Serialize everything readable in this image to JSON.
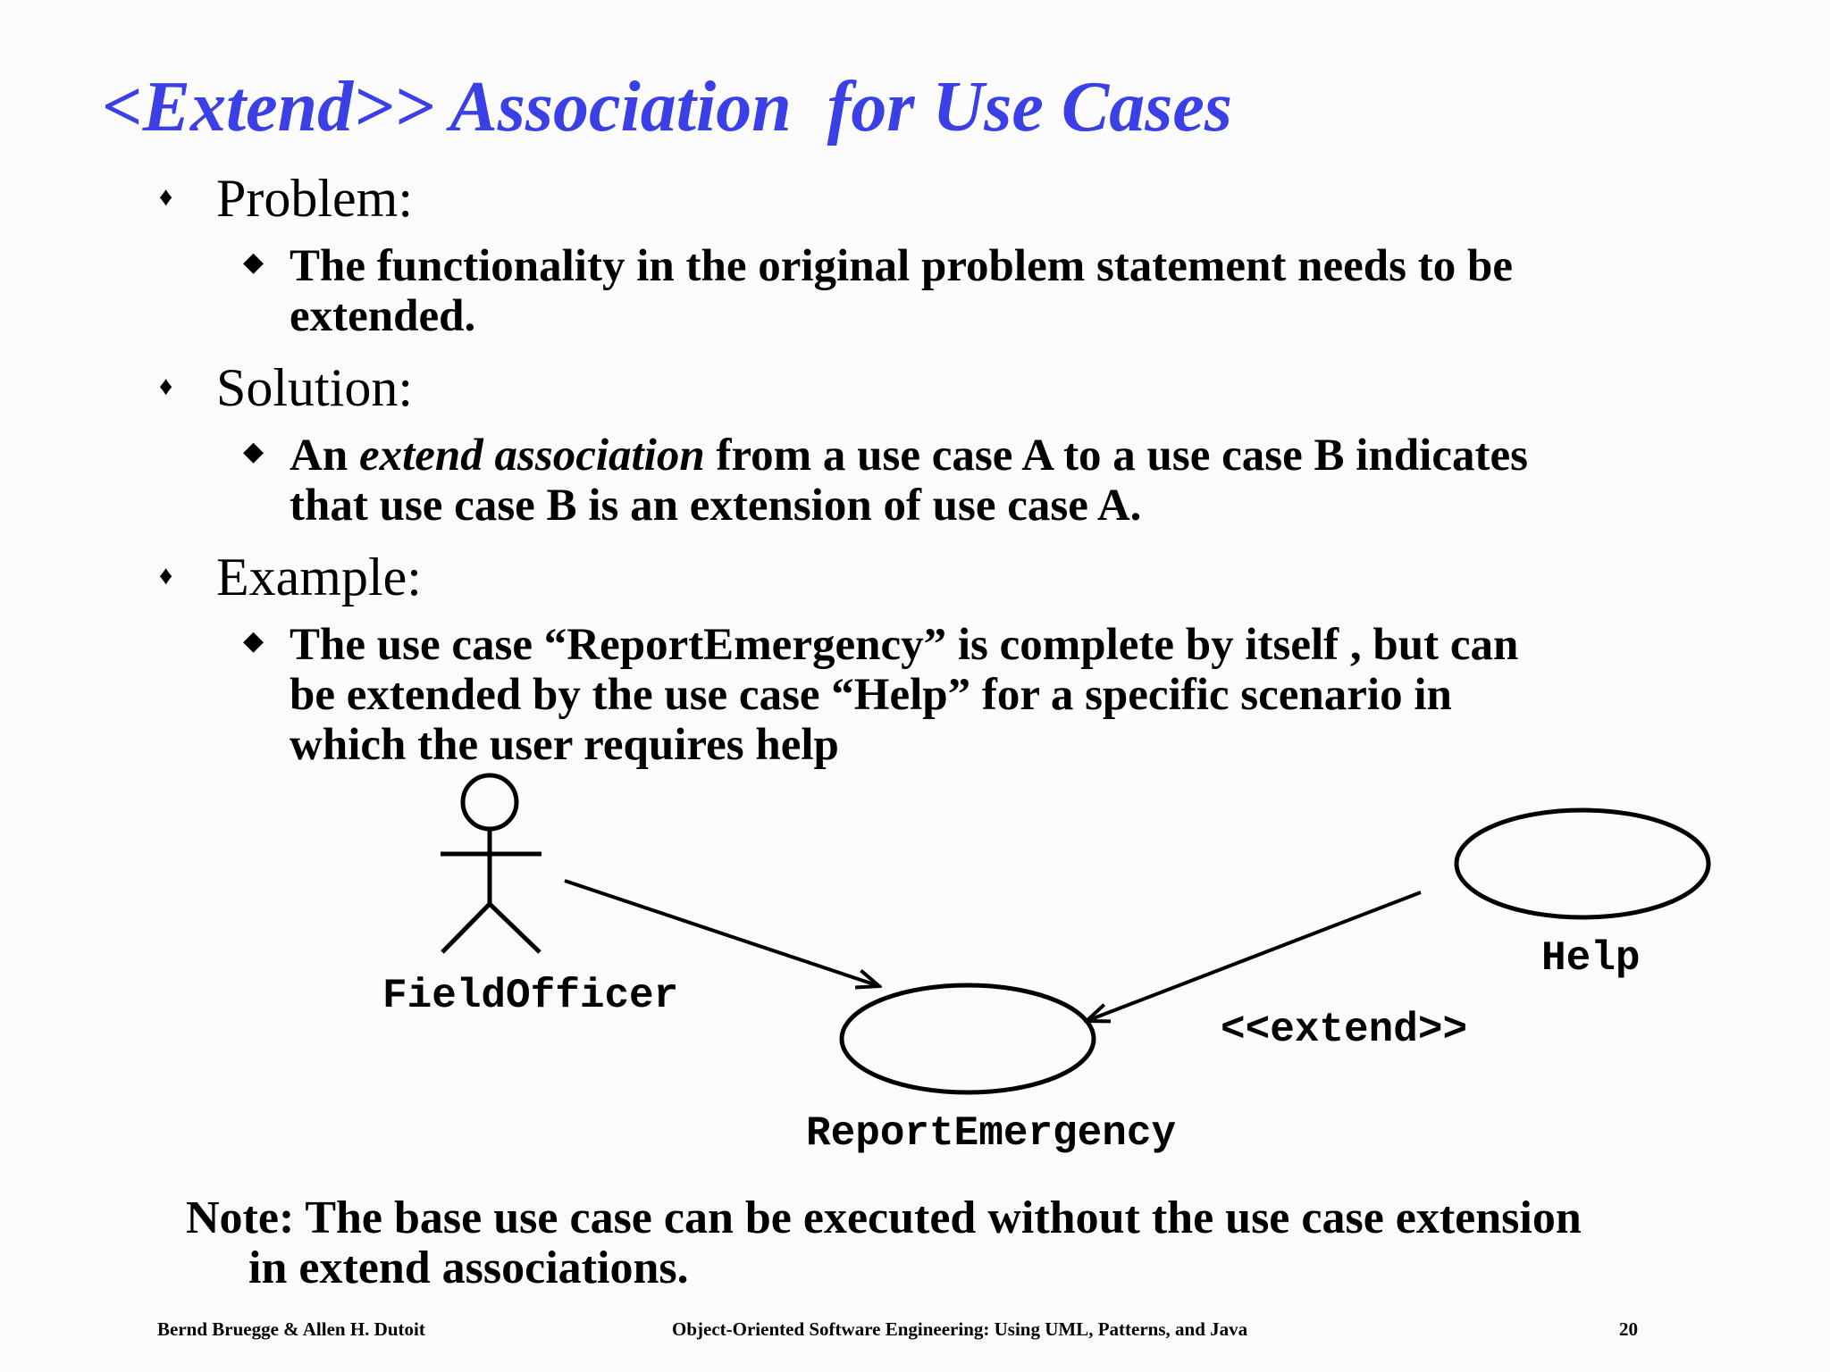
{
  "slide": {
    "title": "<Extend>> Association  for Use Cases",
    "bullets": [
      {
        "heading": "Problem:",
        "sub": {
          "line1": "The functionality in the original problem statement needs to be",
          "line2": "extended."
        }
      },
      {
        "heading": "Solution:",
        "sub": {
          "line1_prefix": "An ",
          "line1_italic": "extend association",
          "line1_suffix": " from a use case A to a use case B indicates",
          "line2": "that use case B is an extension of use case A."
        }
      },
      {
        "heading": "Example:",
        "sub": {
          "line1": "The use case “ReportEmergency” is complete by itself , but can",
          "line2": "be extended by the use case “Help” for a specific scenario in",
          "line3": "which the user requires help"
        }
      }
    ],
    "bullet_glyph_1": "♦",
    "bullet_glyph_2": "◆"
  },
  "diagram": {
    "actor_label": "FieldOfficer",
    "use_case_report": "ReportEmergency",
    "use_case_help": "Help",
    "extend_label": "<<extend>>"
  },
  "note": {
    "line1": "Note: The base use case can be executed without the use case extension",
    "line2": "in extend associations."
  },
  "footer": {
    "authors": "Bernd Bruegge & Allen H. Dutoit",
    "book": "Object-Oriented Software Engineering: Using UML, Patterns, and Java",
    "page": "20"
  },
  "colors": {
    "title": "#3a3fe6",
    "background": "#fbfbfb",
    "text": "#000000"
  }
}
